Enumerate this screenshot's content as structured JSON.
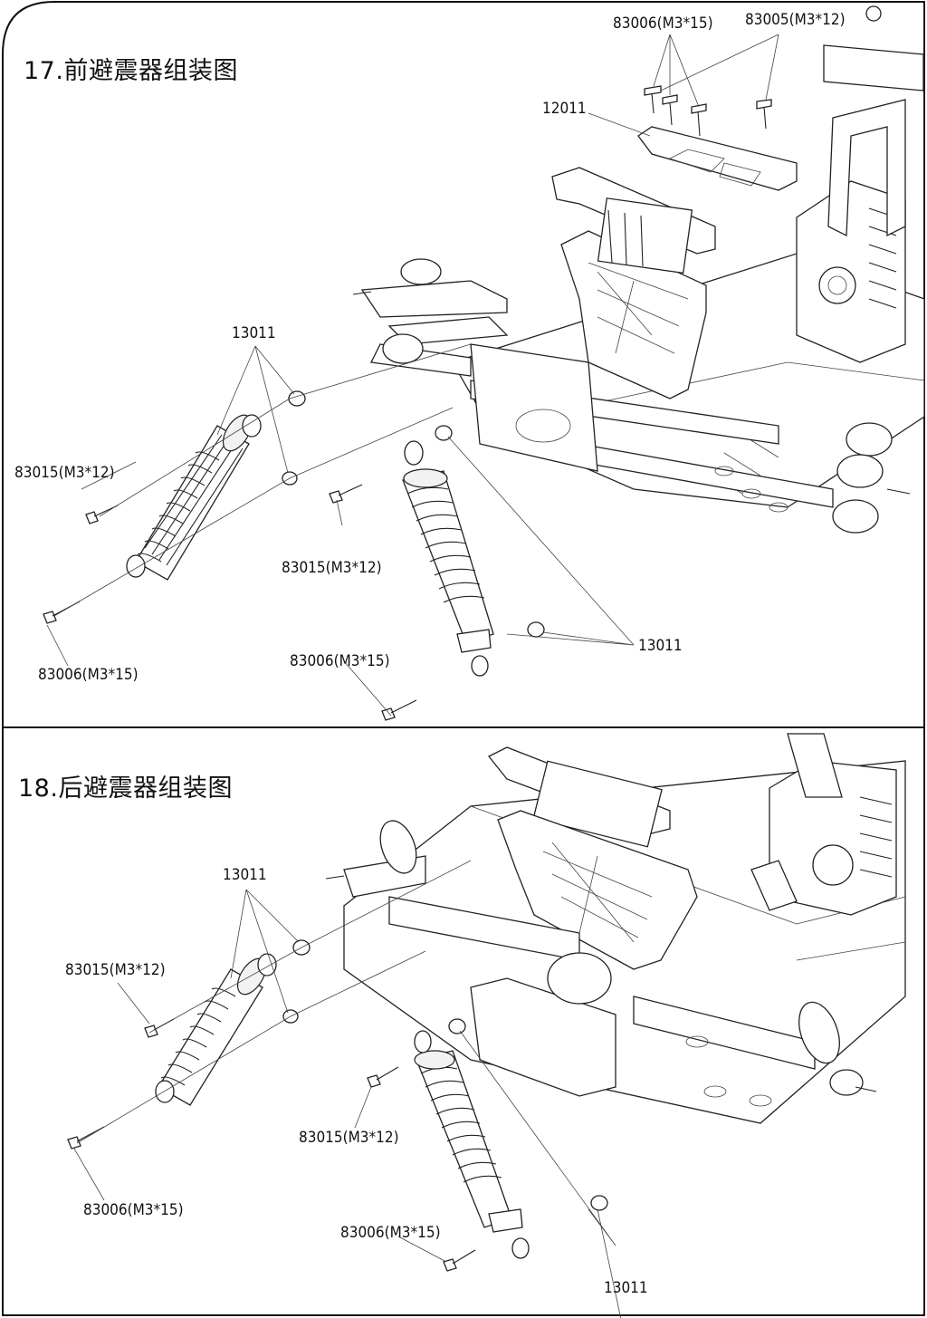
{
  "panel_top": {
    "title": "17.前避震器组装图",
    "labels": {
      "screw_83006_top": "83006(M3*15)",
      "screw_83005_top": "83005(M3*12)",
      "part_12011": "12011",
      "part_13011_left": "13011",
      "screw_83015_left": "83015(M3*12)",
      "screw_83015_mid": "83015(M3*12)",
      "screw_83006_left": "83006(M3*15)",
      "screw_83006_mid": "83006(M3*15)",
      "part_13011_right": "13011"
    }
  },
  "panel_bottom": {
    "title": "18.后避震器组装图",
    "labels": {
      "part_13011_left": "13011",
      "screw_83015_left": "83015(M3*12)",
      "screw_83015_mid": "83015(M3*12)",
      "screw_83006_left": "83006(M3*15)",
      "screw_83006_mid": "83006(M3*15)",
      "part_13011_bottom": "13011"
    }
  }
}
